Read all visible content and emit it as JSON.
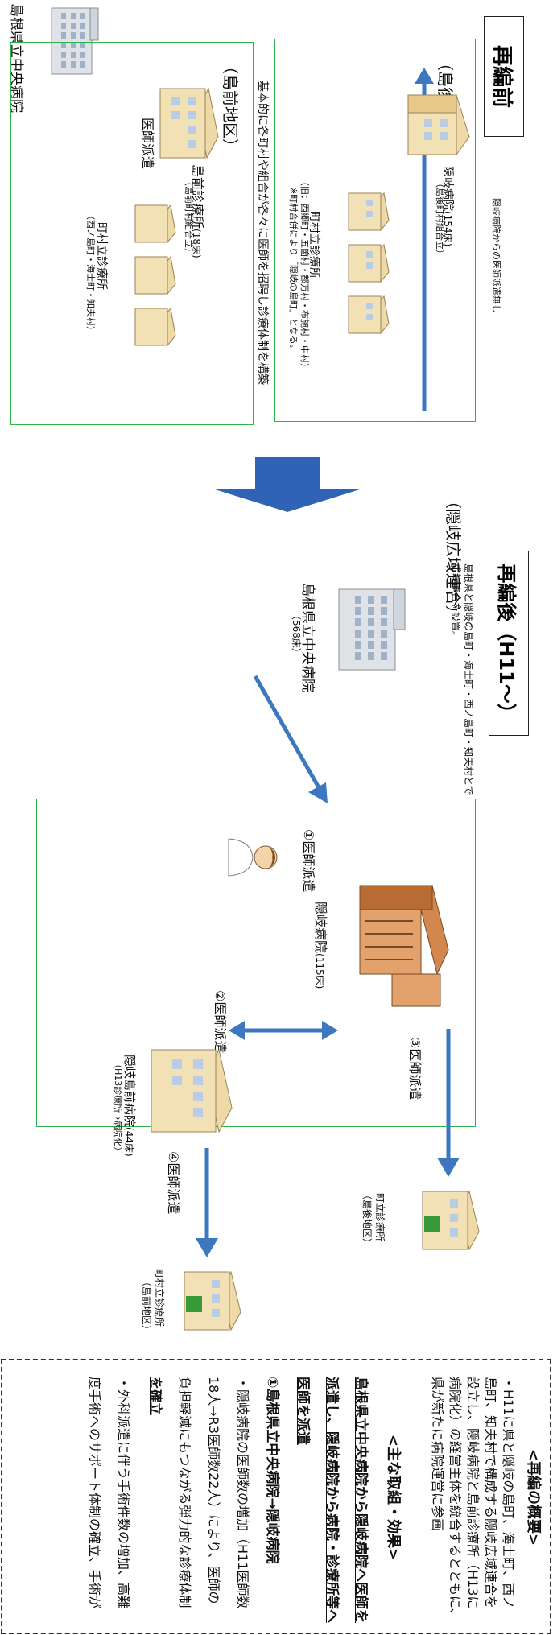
{
  "before": {
    "title": "再編前",
    "dogo_label": "（島後地区）",
    "chuo_hospital": "島根県立中央病院",
    "dispatch": "医師派遣",
    "oki_hospital": "隠岐病院",
    "oki_beds": "(154床)",
    "oki_owner": "（島後町村組合立）",
    "village_clinic": "町村立診療所",
    "village_detail": "（旧：西郷町・五箇村・都万村・布施村・中村）",
    "village_note": "※町村合併により「隠岐の島町」となる。",
    "no_dispatch": "隠岐病院からの医師派遣無し",
    "dozen_label": "（島前地区）",
    "dozen_clinic": "島前診療所",
    "dozen_beds": "(18床)",
    "dozen_owner": "（島前町村組合立）",
    "dozen_village_clinic": "町村立診療所",
    "dozen_village_detail": "（西ノ島町・海士町・知夫村）",
    "base_note": "基本的に各町村や組合が各々に医師を招聘し診療体制を構築"
  },
  "after": {
    "title": "再編後（H11～）",
    "union_label": "（隠岐広域連合）",
    "union_note_1": "島根県と隠岐の島町・海士町・西ノ島町・知夫村とで",
    "union_note_2": "広域連合を設置。",
    "chuo_hospital": "島根県立中央病院",
    "chuo_beds": "（568床）",
    "dispatch_1": "①医師派遣",
    "dispatch_2": "②医師派遣",
    "dispatch_3": "③医師派遣",
    "dispatch_4": "④医師派遣",
    "oki_hospital": "隠岐病院",
    "oki_beds": "(115床)",
    "dozen_hospital": "隠岐島前病院",
    "dozen_beds": "(44床)",
    "dozen_note": "（H13診療所→病院化）",
    "town_clinic_dogo": "町立診療所",
    "town_clinic_dogo_area": "（島後地区）",
    "town_clinic_dozen": "町村立診療所",
    "town_clinic_dozen_area": "（島前地区）"
  },
  "panel": {
    "overview_title": "<再編の概要>",
    "overview_lines": [
      "・H11に県と隠岐の島町、海士町、西ノ",
      "島町、知夫村で構成する隠岐広域連合を",
      "設立し、隠岐病院と島前診療所（H13に",
      "病院化）の経営主体を統合するとともに、",
      "県が新たに病院運営に参画"
    ],
    "effect_title": "<主な取組・効果>",
    "heading_1": "島根県立中央病院から隠岐病院へ医師を",
    "heading_2": "派遣し、隠岐病院から病院・診療所等へ",
    "heading_3": "医師を派遣",
    "item1_title": "①島根県立中央病院→隠岐病院",
    "item1_lines": [
      "・隠岐病院の医師数の増加（H11医師数",
      "18人→R3医師数22人）により、医師の",
      "負担軽減にもつながる弾力的な診療体制",
      "を確立"
    ],
    "item2_lines": [
      "・外科派遣に伴う手術件数の増加、高難",
      "度手術へのサポート体制の確立、手術が"
    ]
  },
  "colors": {
    "green_frame": "#2bb24a",
    "arrow_blue": "#3d77bf",
    "big_arrow": "#2e63b5"
  }
}
